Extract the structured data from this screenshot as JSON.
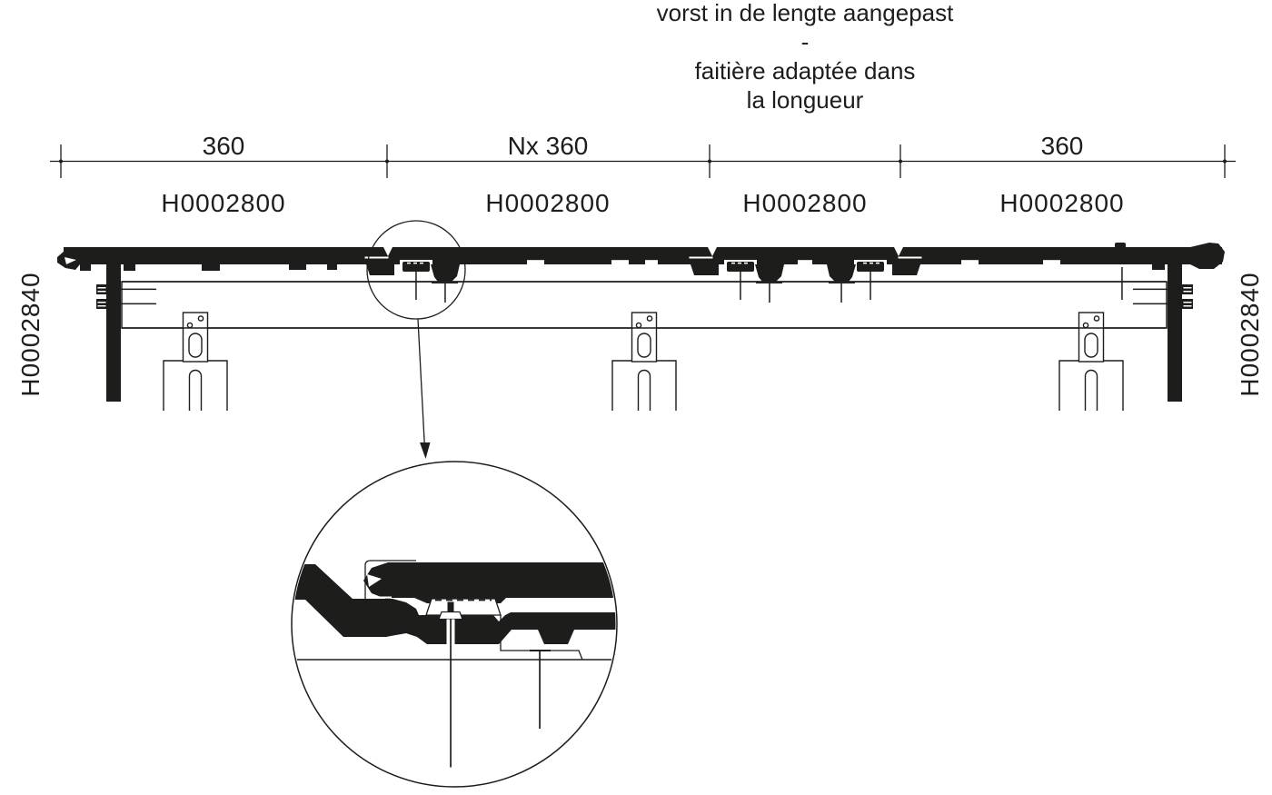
{
  "note": {
    "lines": [
      "vorst in de lengte aangepast",
      "-",
      "faitière adaptée dans",
      "la longueur"
    ]
  },
  "dimension_labels": [
    "360",
    "Nx 360",
    "360"
  ],
  "part_numbers": [
    "H0002800",
    "H0002800",
    "H0002800",
    "H0002800"
  ],
  "side_labels": {
    "left": "H0002840",
    "right": "H0002840"
  },
  "colors": {
    "ink": "#1d1d1b",
    "background": "#ffffff"
  }
}
